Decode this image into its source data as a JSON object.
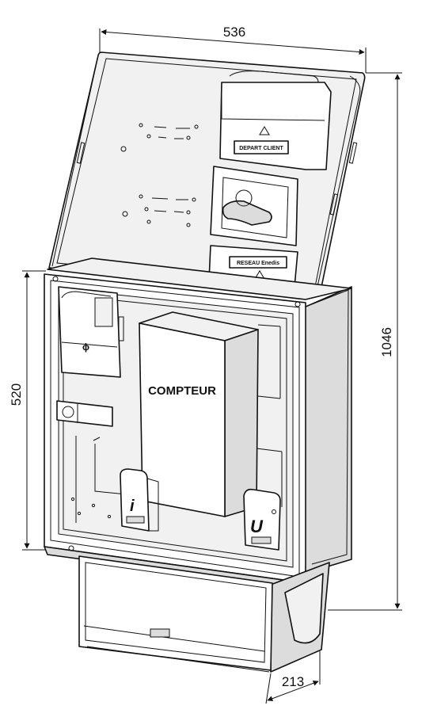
{
  "dimensions": {
    "width": "536",
    "height_total": "1046",
    "height_box": "520",
    "depth": "213"
  },
  "labels": {
    "meter": "COMPTEUR",
    "depart_plate": "DEPART CLIENT",
    "reseau_plate": "RESEAU Enedis"
  },
  "colors": {
    "line": "#111111",
    "panel_fill": "#f1f1f1",
    "shade": "#dcdcdc"
  }
}
